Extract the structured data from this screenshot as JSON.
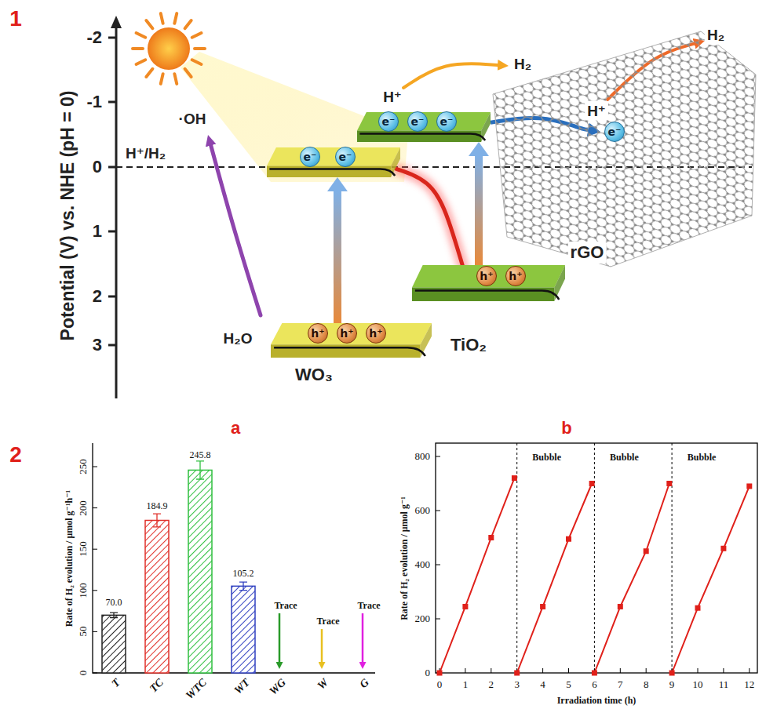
{
  "diagram": {
    "nodes": [
      {
        "text": [
          "e⁻",
          "e⁻"
        ]
      },
      {
        "text": [
          "h⁺",
          "h⁺",
          "h⁺",
          "WO₃"
        ]
      },
      {
        "text": [
          "e⁻",
          "e⁻",
          "e⁻"
        ]
      },
      {
        "text": [
          "h⁺",
          "h⁺",
          "TiO₂"
        ]
      },
      {
        "text": [
          "e⁻",
          "rGO"
        ]
      }
    ],
    "edges": [
      {
        "from": 1,
        "to": 0,
        "arrow": "to"
      },
      {
        "from": 3,
        "to": 2,
        "arrow": "to"
      },
      {
        "from": 0,
        "to": 3,
        "arrow": "none"
      },
      {
        "from": 2,
        "to": 4,
        "arrow": "to"
      }
    ],
    "labels": [
      "1",
      "Potential (V) vs. NHE (pH = 0)",
      "-2",
      "-1",
      "0",
      "1",
      "2",
      "3",
      "H⁺/H₂",
      "·OH",
      "H₂O",
      "H⁺",
      "H₂",
      "H⁺",
      "H₂",
      "2",
      "a",
      "b",
      "Rate of H₂ evolution / μmol g⁻¹h⁻¹",
      "0",
      "50",
      "100",
      "150",
      "200",
      "250",
      "70.0",
      "184.9",
      "245.8",
      "105.2",
      "Trace",
      "Trace",
      "Trace",
      "T",
      "TC",
      "WTC",
      "WT",
      "WG",
      "W",
      "G",
      "Rate of H₂ evolution / μmol g⁻¹",
      "0",
      "200",
      "400",
      "600",
      "800",
      "Bubble",
      "Bubble",
      "Bubble",
      "0",
      "1",
      "2",
      "3",
      "4",
      "5",
      "6",
      "7",
      "8",
      "9",
      "10",
      "11",
      "12",
      "Irradiation time (h)"
    ]
  }
}
